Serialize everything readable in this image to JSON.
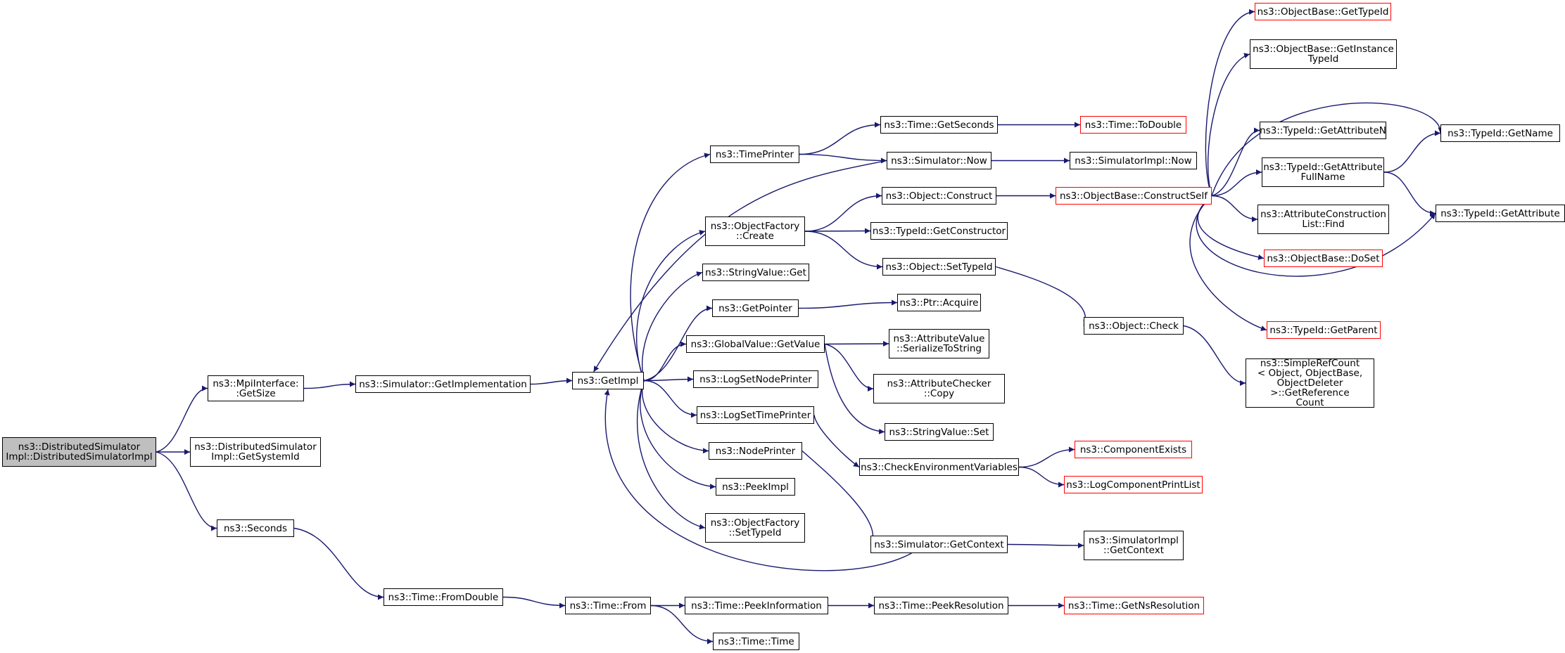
{
  "colors": {
    "edge": "#191970",
    "truncated_border": "#ff0000",
    "root_fill": "#bfbfbf"
  },
  "nodes": [
    {
      "id": "root",
      "label": "ns3::DistributedSimulator\nImpl::DistributedSimulatorImpl",
      "root": true
    },
    {
      "id": "mpisize",
      "label": "ns3::MpiInterface:\n:GetSize"
    },
    {
      "id": "getsysid",
      "label": "ns3::DistributedSimulator\nImpl::GetSystemId"
    },
    {
      "id": "seconds",
      "label": "ns3::Seconds"
    },
    {
      "id": "getimplementation",
      "label": "ns3::Simulator::GetImplementation"
    },
    {
      "id": "getimpl",
      "label": "ns3::GetImpl"
    },
    {
      "id": "fromdouble",
      "label": "ns3::Time::FromDouble"
    },
    {
      "id": "timefrom",
      "label": "ns3::Time::From"
    },
    {
      "id": "peekinfo",
      "label": "ns3::Time::PeekInformation"
    },
    {
      "id": "timetime",
      "label": "ns3::Time::Time"
    },
    {
      "id": "peekres",
      "label": "ns3::Time::PeekResolution"
    },
    {
      "id": "getnsres",
      "label": "ns3::Time::GetNsResolution",
      "red": true
    },
    {
      "id": "timeprinter",
      "label": "ns3::TimePrinter"
    },
    {
      "id": "ofcreate",
      "label": "ns3::ObjectFactory\n::Create"
    },
    {
      "id": "stringget",
      "label": "ns3::StringValue::Get"
    },
    {
      "id": "getpointer",
      "label": "ns3::GetPointer"
    },
    {
      "id": "gvgetvalue",
      "label": "ns3::GlobalValue::GetValue"
    },
    {
      "id": "logsetnode",
      "label": "ns3::LogSetNodePrinter"
    },
    {
      "id": "logsettime",
      "label": "ns3::LogSetTimePrinter"
    },
    {
      "id": "nodeprinter",
      "label": "ns3::NodePrinter"
    },
    {
      "id": "peekimpl",
      "label": "ns3::PeekImpl"
    },
    {
      "id": "ofsettypeid",
      "label": "ns3::ObjectFactory\n::SetTypeId"
    },
    {
      "id": "getseconds",
      "label": "ns3::Time::GetSeconds"
    },
    {
      "id": "simnow",
      "label": "ns3::Simulator::Now"
    },
    {
      "id": "todouble",
      "label": "ns3::Time::ToDouble",
      "red": true
    },
    {
      "id": "simimplnow",
      "label": "ns3::SimulatorImpl::Now"
    },
    {
      "id": "objconstruct",
      "label": "ns3::Object::Construct"
    },
    {
      "id": "getconstructor",
      "label": "ns3::TypeId::GetConstructor"
    },
    {
      "id": "objsettypeid",
      "label": "ns3::Object::SetTypeId"
    },
    {
      "id": "ptracquire",
      "label": "ns3::Ptr::Acquire"
    },
    {
      "id": "serializetostring",
      "label": "ns3::AttributeValue\n::SerializeToString"
    },
    {
      "id": "acopy",
      "label": "ns3::AttributeChecker\n::Copy"
    },
    {
      "id": "stringset",
      "label": "ns3::StringValue::Set"
    },
    {
      "id": "checkenv",
      "label": "ns3::CheckEnvironmentVariables"
    },
    {
      "id": "compexists",
      "label": "ns3::ComponentExists",
      "red": true
    },
    {
      "id": "logcompprint",
      "label": "ns3::LogComponentPrintList",
      "red": true
    },
    {
      "id": "getcontext",
      "label": "ns3::Simulator::GetContext"
    },
    {
      "id": "simimplgetcontext",
      "label": "ns3::SimulatorImpl\n::GetContext"
    },
    {
      "id": "constructself",
      "label": "ns3::ObjectBase::ConstructSelf",
      "red": true
    },
    {
      "id": "objcheck",
      "label": "ns3::Object::Check"
    },
    {
      "id": "simplerefcount",
      "label": "ns3::SimpleRefCount\n< Object, ObjectBase,\n ObjectDeleter >::GetReference\nCount"
    },
    {
      "id": "obgettypeid",
      "label": "ns3::ObjectBase::GetTypeId",
      "red": true
    },
    {
      "id": "obgetinstance",
      "label": "ns3::ObjectBase::GetInstance\nTypeId"
    },
    {
      "id": "tigetattrn",
      "label": "ns3::TypeId::GetAttributeN"
    },
    {
      "id": "tigetattrfull",
      "label": "ns3::TypeId::GetAttribute\nFullName"
    },
    {
      "id": "acfind",
      "label": "ns3::AttributeConstruction\nList::Find"
    },
    {
      "id": "obdoset",
      "label": "ns3::ObjectBase::DoSet",
      "red": true
    },
    {
      "id": "tigetparent",
      "label": "ns3::TypeId::GetParent",
      "red": true
    },
    {
      "id": "tigetname",
      "label": "ns3::TypeId::GetName"
    },
    {
      "id": "tigetattr",
      "label": "ns3::TypeId::GetAttribute"
    }
  ],
  "edges": [
    [
      "root",
      "mpisize"
    ],
    [
      "root",
      "getsysid"
    ],
    [
      "root",
      "seconds"
    ],
    [
      "mpisize",
      "getimplementation"
    ],
    [
      "getimplementation",
      "getimpl"
    ],
    [
      "seconds",
      "fromdouble"
    ],
    [
      "fromdouble",
      "timefrom"
    ],
    [
      "timefrom",
      "peekinfo"
    ],
    [
      "timefrom",
      "timetime"
    ],
    [
      "peekinfo",
      "peekres"
    ],
    [
      "peekres",
      "getnsres"
    ],
    [
      "getimpl",
      "timeprinter"
    ],
    [
      "getimpl",
      "ofcreate"
    ],
    [
      "getimpl",
      "stringget"
    ],
    [
      "getimpl",
      "getpointer"
    ],
    [
      "getimpl",
      "gvgetvalue"
    ],
    [
      "getimpl",
      "logsetnode"
    ],
    [
      "getimpl",
      "logsettime"
    ],
    [
      "getimpl",
      "nodeprinter"
    ],
    [
      "getimpl",
      "peekimpl"
    ],
    [
      "getimpl",
      "ofsettypeid"
    ],
    [
      "timeprinter",
      "getseconds"
    ],
    [
      "timeprinter",
      "simnow"
    ],
    [
      "getseconds",
      "todouble"
    ],
    [
      "simnow",
      "simimplnow"
    ],
    [
      "simnow",
      "getimpl"
    ],
    [
      "ofcreate",
      "objconstruct"
    ],
    [
      "ofcreate",
      "getconstructor"
    ],
    [
      "ofcreate",
      "objsettypeid"
    ],
    [
      "getpointer",
      "ptracquire"
    ],
    [
      "gvgetvalue",
      "serializetostring"
    ],
    [
      "gvgetvalue",
      "acopy"
    ],
    [
      "gvgetvalue",
      "stringset"
    ],
    [
      "logsettime",
      "checkenv"
    ],
    [
      "checkenv",
      "compexists"
    ],
    [
      "checkenv",
      "logcompprint"
    ],
    [
      "nodeprinter",
      "getcontext"
    ],
    [
      "getcontext",
      "simimplgetcontext"
    ],
    [
      "getcontext",
      "getimpl"
    ],
    [
      "objconstruct",
      "constructself"
    ],
    [
      "objsettypeid",
      "objcheck"
    ],
    [
      "objcheck",
      "simplerefcount"
    ],
    [
      "constructself",
      "obgettypeid"
    ],
    [
      "constructself",
      "obgetinstance"
    ],
    [
      "constructself",
      "tigetname"
    ],
    [
      "constructself",
      "tigetattrn"
    ],
    [
      "constructself",
      "tigetattrfull"
    ],
    [
      "constructself",
      "acfind"
    ],
    [
      "constructself",
      "obdoset"
    ],
    [
      "constructself",
      "tigetattr"
    ],
    [
      "constructself",
      "tigetparent"
    ],
    [
      "tigetattrfull",
      "tigetname"
    ],
    [
      "tigetattrfull",
      "tigetattr"
    ]
  ]
}
